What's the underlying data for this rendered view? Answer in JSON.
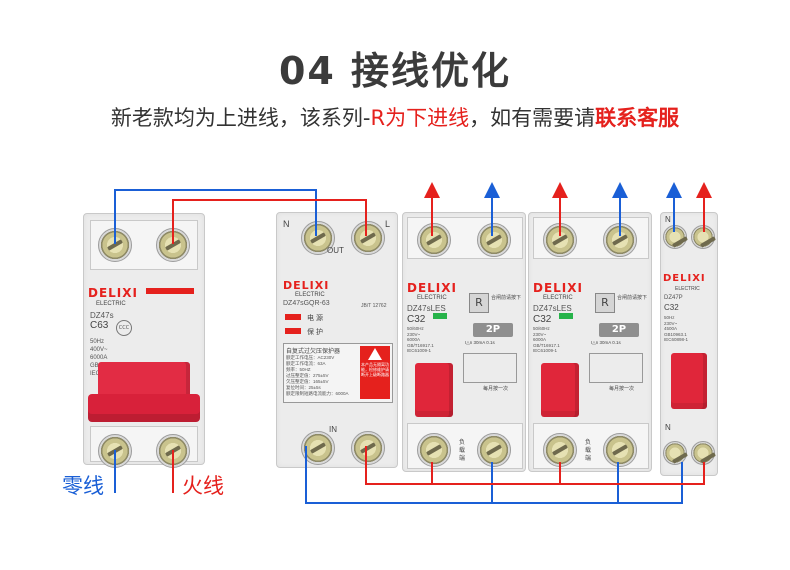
{
  "header": {
    "title": "04 接线优化",
    "subtitle_part1": "新老款均为上进线，该系列-",
    "subtitle_part2": "R为下进线",
    "subtitle_part3": "，如有需要请",
    "subtitle_part4": "联系客服"
  },
  "legend": {
    "neutral": "零线",
    "live": "火线"
  },
  "colors": {
    "neutral_wire": "#1a5fd6",
    "live_wire": "#e5211d",
    "brand_red": "#e5211d"
  },
  "breaker_main": {
    "brand": "DELIXI",
    "brand_sub": "ELECTRIC",
    "model": "DZ47s",
    "rating": "C63",
    "specs": "50Hz\n400V~\n6000A\nGB/T10963.1\nIEC60898-1",
    "cert": "CCC"
  },
  "protector": {
    "top_left": "N",
    "top_right": "L",
    "out_label": "OUT",
    "in_label": "IN",
    "brand": "DELIXI",
    "brand_sub": "ELECTRIC",
    "model": "DZ47sGQR-63",
    "standard": "JB/T 12762",
    "ind_power": "电 源",
    "ind_protect": "保 护",
    "panel_title": "自复式过欠压保护器",
    "panel_lines": "额定工作电压：AC230V\n额定工作电流：63A\n频率：50HZ\n过压整定值：275±5V\n欠压整定值：165±5V\n复位时间：25±5s\n额定限制短路电流能力：6000A",
    "warning": "本产品无隔离功能，检修维护请断开上级断路器"
  },
  "rcbo_1": {
    "brand": "DELIXI",
    "brand_sub": "ELECTRIC",
    "model": "DZ47sLES",
    "rating": "C32",
    "reset_note": "合闸前请按下",
    "poles": "2P",
    "specs": "50/60Hz\n230V~\n6000A\nGB/T16917.1\nIEC61009-1",
    "trip": "I△n 30mA 0.1s",
    "test_note": "每月按一次",
    "load_label": "负载端",
    "r_button": "R"
  },
  "rcbo_2": {
    "brand": "DELIXI",
    "brand_sub": "ELECTRIC",
    "model": "DZ47sLES",
    "rating": "C32",
    "reset_note": "合闸前请按下",
    "poles": "2P",
    "specs": "50/60Hz\n230V~\n6000A\nGB/T16917.1\nIEC61009-1",
    "trip": "I△n 30mA 0.1s",
    "test_note": "每月按一次",
    "load_label": "负载端",
    "r_button": "R"
  },
  "breaker_small": {
    "brand": "DELIXI",
    "brand_sub": "ELECTRIC",
    "model": "DZ47P",
    "rating": "C32",
    "specs": "50Hz\n230V~\n4500A\nGB10963.1\nIEC60898-1",
    "top_left": "N",
    "bottom_left": "N"
  }
}
